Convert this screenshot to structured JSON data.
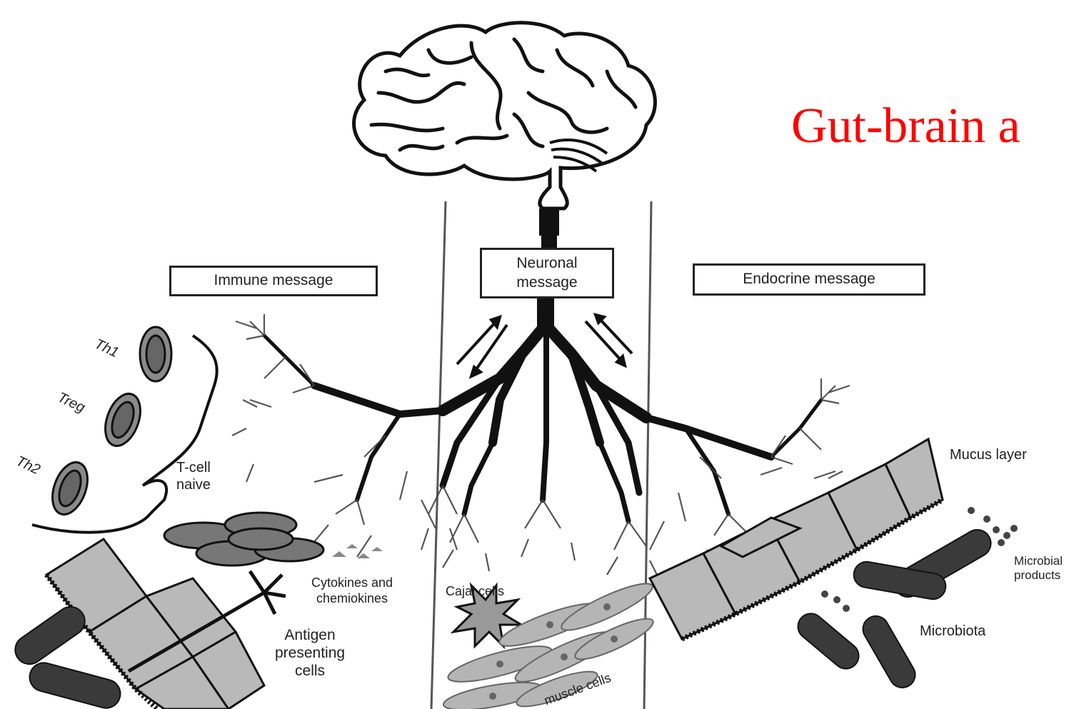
{
  "title": "Gut-brain a",
  "messages": {
    "immune": "Immune message",
    "neuronal_line1": "Neuronal",
    "neuronal_line2": "message",
    "endocrine": "Endocrine message"
  },
  "cell_labels": {
    "th1": "Th1",
    "treg": "Treg",
    "th2": "Th2",
    "tcell_line1": "T-cell",
    "tcell_line2": "naive",
    "cytokines_line1": "Cytokines and",
    "cytokines_line2": "chemiokines",
    "apc_line1": "Antigen",
    "apc_line2": "presenting",
    "apc_line3": "cells",
    "cajal": "Cajal cells",
    "muscle": "muscle cells",
    "mucus": "Mucus layer",
    "microbial_line1": "Microbial",
    "microbial_line2": "products",
    "microbiota": "Microbiota"
  },
  "colors": {
    "title": "#ff0000",
    "ink": "#222222",
    "cell_fill": "#9a9a9a",
    "epithelium_fill": "#b9b9b9"
  }
}
